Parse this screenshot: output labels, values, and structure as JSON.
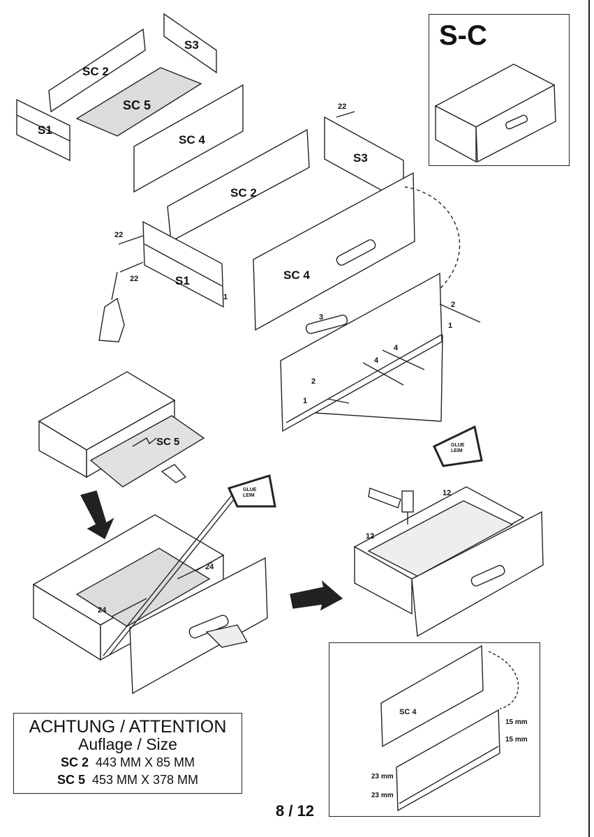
{
  "panels": {
    "s1": "S1",
    "s2": "SC 2",
    "s3": "S3",
    "s4": "SC 4",
    "s5": "SC 5"
  },
  "badge": {
    "title": "S-C"
  },
  "parts": {
    "n22": "22",
    "n1": "1",
    "n2": "2",
    "n3": "3",
    "n4": "4",
    "n12": "12",
    "n24": "24"
  },
  "glue": {
    "line1": "GLUE",
    "line2": "LEIM"
  },
  "detail": {
    "panel": "SC 4",
    "dims": [
      "15 mm",
      "15 mm",
      "23 mm",
      "23 mm"
    ]
  },
  "attention": {
    "heading": "ACHTUNG / ATTENTION",
    "subheading": "Auflage / Size",
    "rows": [
      {
        "part": "SC 2",
        "size": "443 MM X 85 MM"
      },
      {
        "part": "SC 5",
        "size": "453 MM X 378 MM"
      }
    ]
  },
  "page": {
    "number": "8 / 12"
  }
}
